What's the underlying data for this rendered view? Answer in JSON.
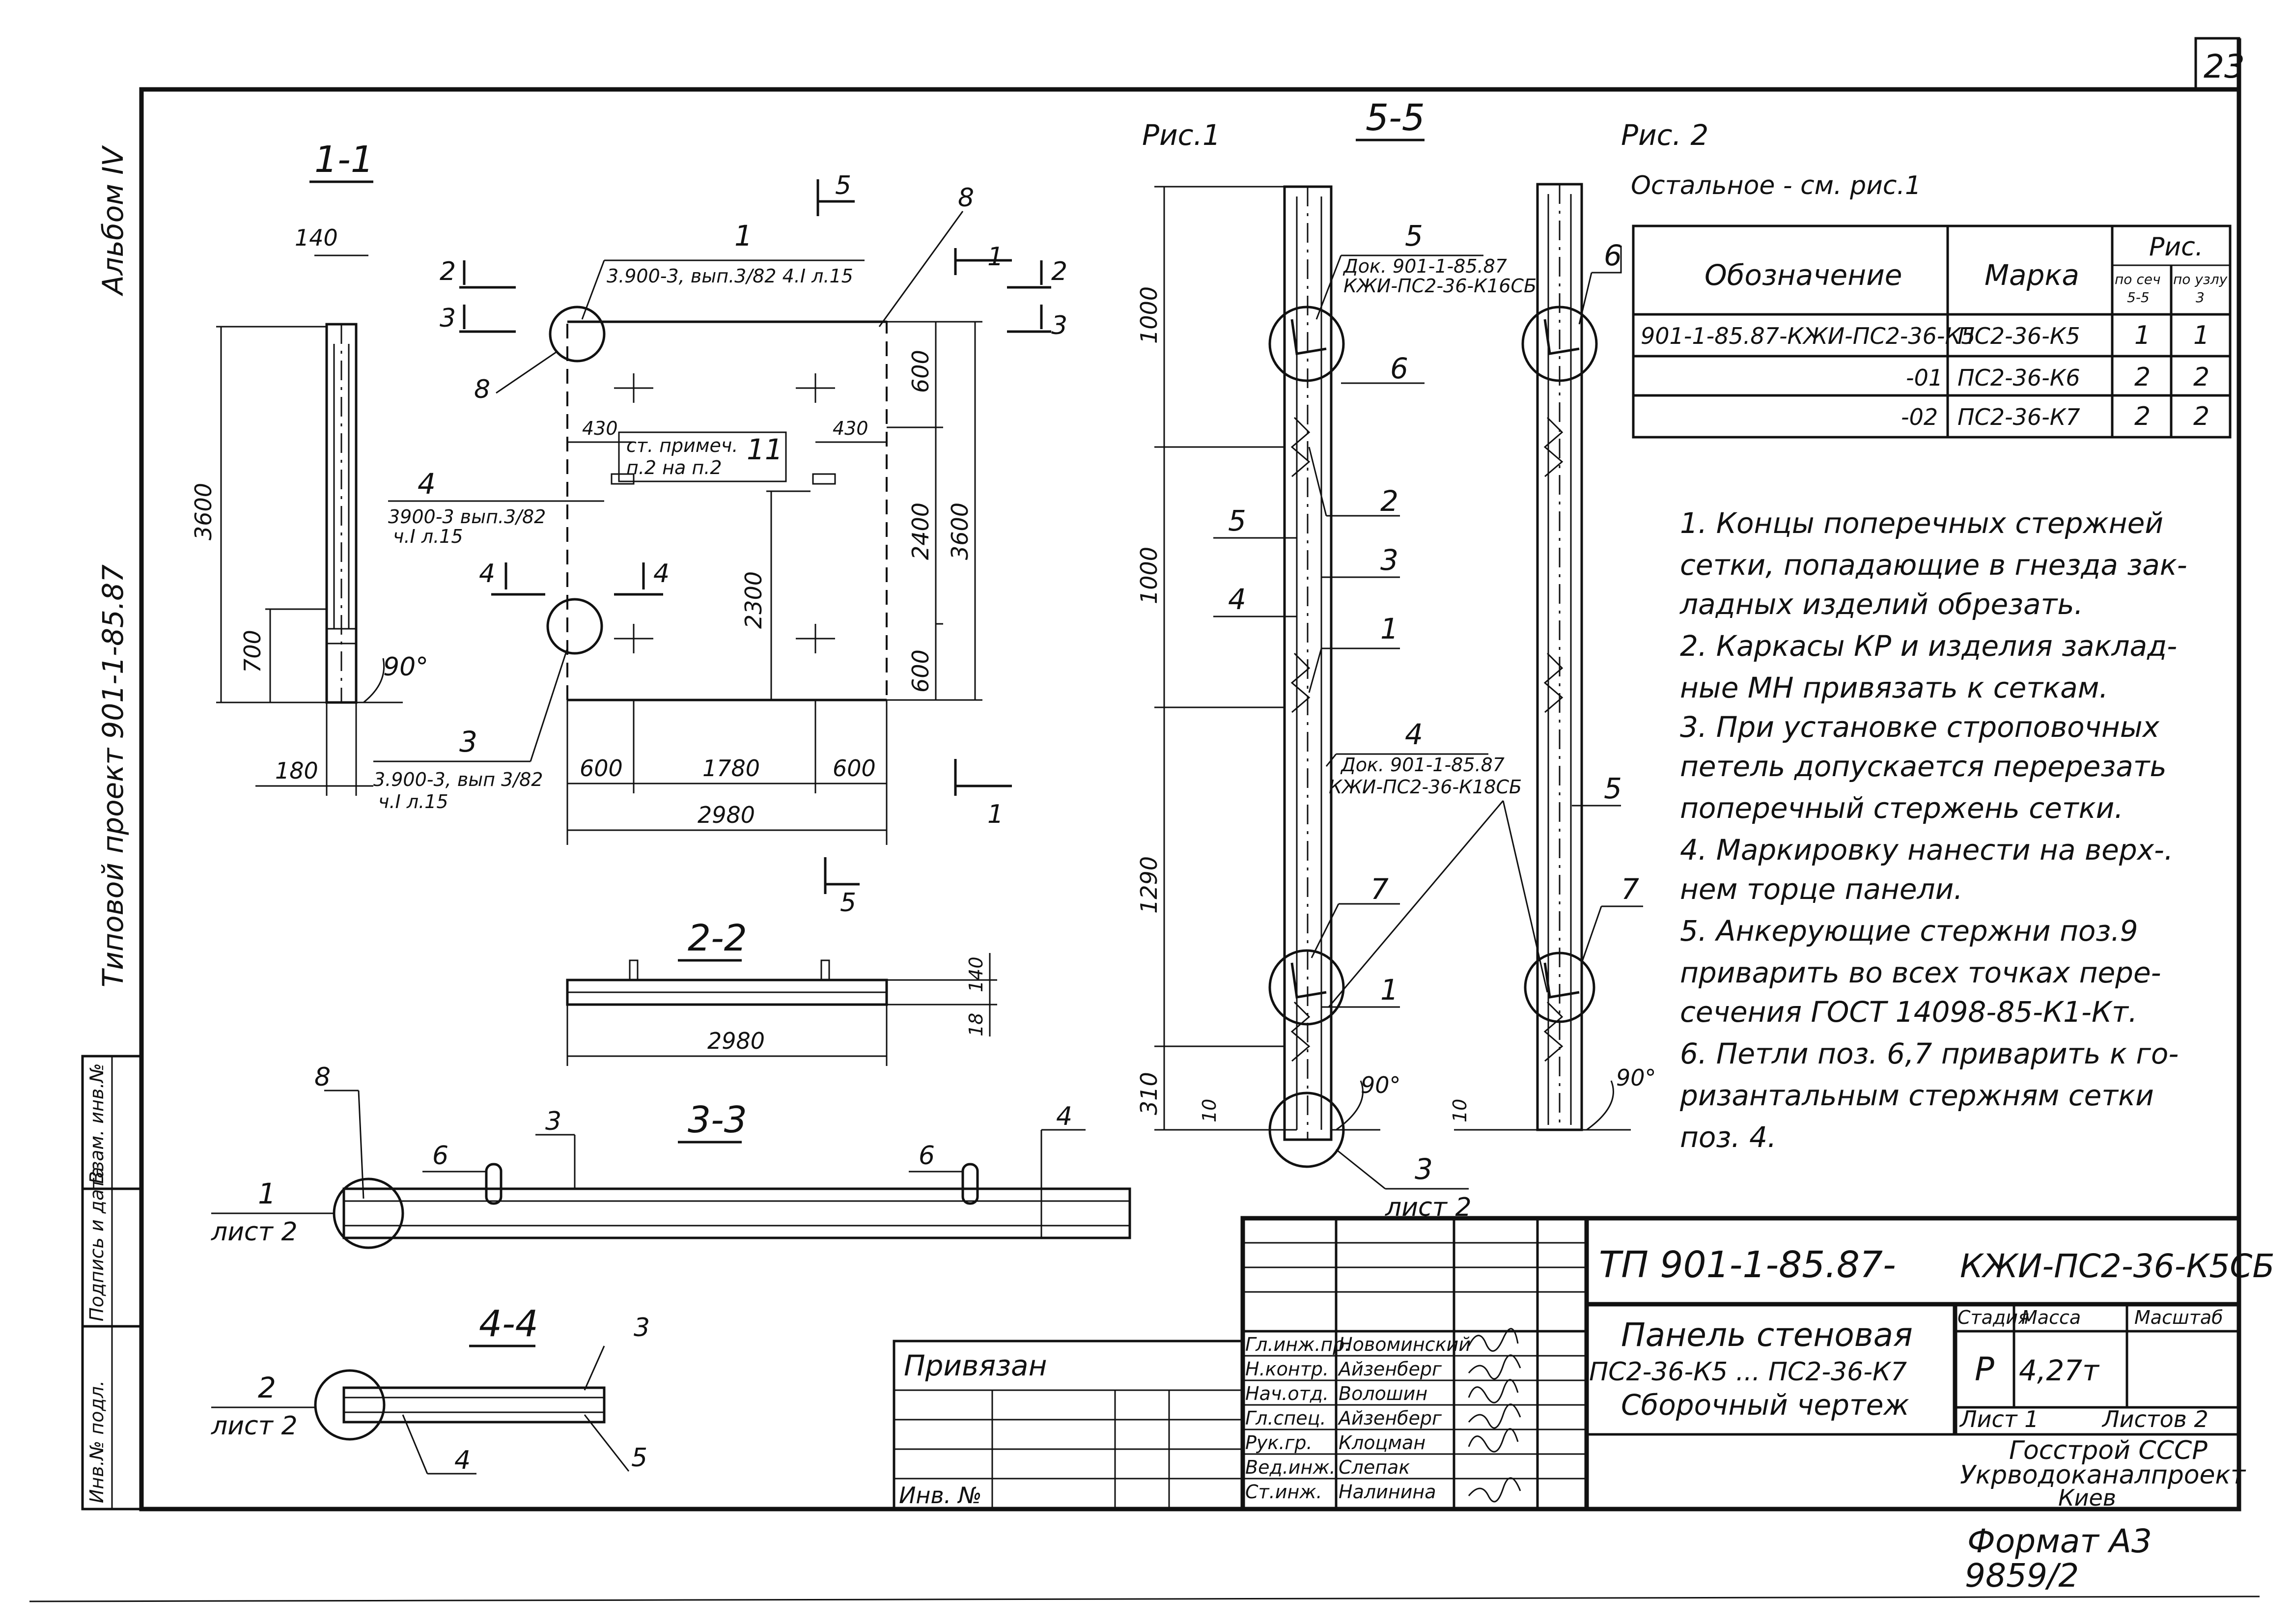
{
  "sheet": {
    "page_number": "23",
    "left_margin": {
      "album": "Альбом IV",
      "project": "Типовой проект 901-1-85.87",
      "stamp_cols": [
        "Инв.№ подл.",
        "Подпись и дата",
        "Взам. инв.№"
      ]
    }
  },
  "section_1_1": {
    "title": "1-1",
    "dims": {
      "w140": "140",
      "h3600": "3600",
      "h700": "700",
      "angle": "90°",
      "w180": "180"
    }
  },
  "elevation": {
    "callouts": {
      "c1": "1",
      "c1_ref": "3.900-3, вып.3/82 4.I л.15",
      "c8": "8",
      "c8b": "8",
      "c4": "4",
      "c4_ref1": "3900-3 вып.3/82",
      "c4_ref2": "ч.I л.15",
      "c3": "3",
      "c3_ref1": "3.900-3, вып 3/82",
      "c3_ref2": "ч.I л.15",
      "c11": "11",
      "c11_ref1": "ст. примеч.",
      "c11_ref2": "п.2 на п.2"
    },
    "cuts": {
      "c2": "2",
      "c3": "3",
      "c4a": "4",
      "c4b": "4",
      "c5a": "5",
      "c5b": "5",
      "c1a": "1",
      "c1b": "1",
      "c2b": "2",
      "c3b": "3"
    },
    "dims": {
      "d430a": "430",
      "d430b": "430",
      "d600t": "600",
      "d2400": "2400",
      "d3600": "3600",
      "d2300": "2300",
      "d600b": "600",
      "d600l": "600",
      "d1780": "1780",
      "d600r": "600",
      "d2980": "2980"
    }
  },
  "section_2_2": {
    "title": "2-2",
    "dims": {
      "d140": "140",
      "d18": "18",
      "d2980": "2980"
    }
  },
  "section_3_3": {
    "title": "3-3",
    "callouts": {
      "c8": "8",
      "c1": "1",
      "c1_sheet": "лист 2",
      "c6a": "6",
      "c3": "3",
      "c6b": "6",
      "c4": "4"
    }
  },
  "section_4_4": {
    "title": "4-4",
    "callouts": {
      "c2": "2",
      "c2_sheet": "лист 2",
      "c3": "3",
      "c4": "4",
      "c5": "5"
    }
  },
  "fig1": {
    "label": "Рис.1",
    "section_title": "5-5",
    "callouts": {
      "c5": "5",
      "c5_ref1": "Док. 901-1-85.87",
      "c5_ref2": "КЖИ-ПС2-36-К16СБ",
      "c6": "6",
      "c2": "2",
      "c5side": "5",
      "c3": "3",
      "c4side": "4",
      "c1a": "1",
      "c4": "4",
      "c4_ref1": "Док. 901-1-85.87",
      "c4_ref2": "КЖИ-ПС2-36-К18СБ",
      "c7": "7",
      "c1b": "1",
      "c3b": "3",
      "c3b_sheet": "лист 2"
    },
    "dims": {
      "d1000a": "1000",
      "d1000b": "1000",
      "d1290": "1290",
      "d310": "310",
      "d10": "10",
      "angle": "90°"
    }
  },
  "fig2": {
    "label": "Рис. 2",
    "note": "Остальное - см. рис.1",
    "callouts": {
      "c6": "6",
      "c5": "5",
      "c7": "7"
    },
    "dims": {
      "d10": "10",
      "angle": "90°"
    }
  },
  "marks_table": {
    "headers": {
      "designation": "Обозначение",
      "mark": "Марка",
      "fig": "Рис.",
      "fig_sub1a": "по сеч",
      "fig_sub1b": "5-5",
      "fig_sub2a": "по узлу",
      "fig_sub2b": "3"
    },
    "rows": [
      {
        "designation": "901-1-85.87-КЖИ-ПС2-36-К5",
        "mark": "ПС2-36-К5",
        "f1": "1",
        "f2": "1"
      },
      {
        "designation": "-01",
        "mark": "ПС2-36-К6",
        "f1": "2",
        "f2": "2"
      },
      {
        "designation": "-02",
        "mark": "ПС2-36-К7",
        "f1": "2",
        "f2": "2"
      }
    ]
  },
  "notes": [
    "1. Концы поперечных стержней",
    "сетки, попадающие в гнезда зак-",
    "ладных изделий обрезать.",
    "2. Каркасы КР и изделия заклад-",
    "ные МН привязать к сеткам.",
    "3. При установке строповочных",
    "петель допускается перерезать",
    "поперечный стержень сетки.",
    "4. Маркировку нанести на верх-.",
    "нем торце панели.",
    "5. Анкерующие стержни поз.9",
    "приварить во всех точках пере-",
    "сечения ГОСТ 14098-85-К1-Кт.",
    "6. Петли поз. 6,7 приварить к го-",
    "ризантальным стержням сетки",
    "поз. 4."
  ],
  "title_block": {
    "code": "ТП 901-1-85.87-",
    "doc_code": "КЖИ-ПС2-36-К5СБ",
    "name1": "Панель стеновая",
    "name2": "ПС2-36-К5 ... ПС2-36-К7",
    "name3": "Сборочный чертеж",
    "stage_h": "Стадия",
    "mass_h": "Масса",
    "scale_h": "Масштаб",
    "stage": "Р",
    "mass": "4,27т",
    "sheet": "Лист 1",
    "sheets": "Листов 2",
    "org1": "Госстрой СССР",
    "org2": "Укрводоканалпроект",
    "org3": "Киев",
    "bound": "Привязан",
    "inv": "Инв. №",
    "roles": [
      "Гл.инж.пр.",
      "Н.контр.",
      "Нач.отд.",
      "Гл.спец.",
      "Рук.гр.",
      "Вед.инж.",
      "Ст.инж."
    ],
    "names": [
      "Новоминский",
      "Айзенберг",
      "Волошин",
      "Айзенберг",
      "Клоцман",
      "Слепак",
      "Налинина"
    ],
    "format": "Формат А3",
    "archive": "9859/2"
  }
}
